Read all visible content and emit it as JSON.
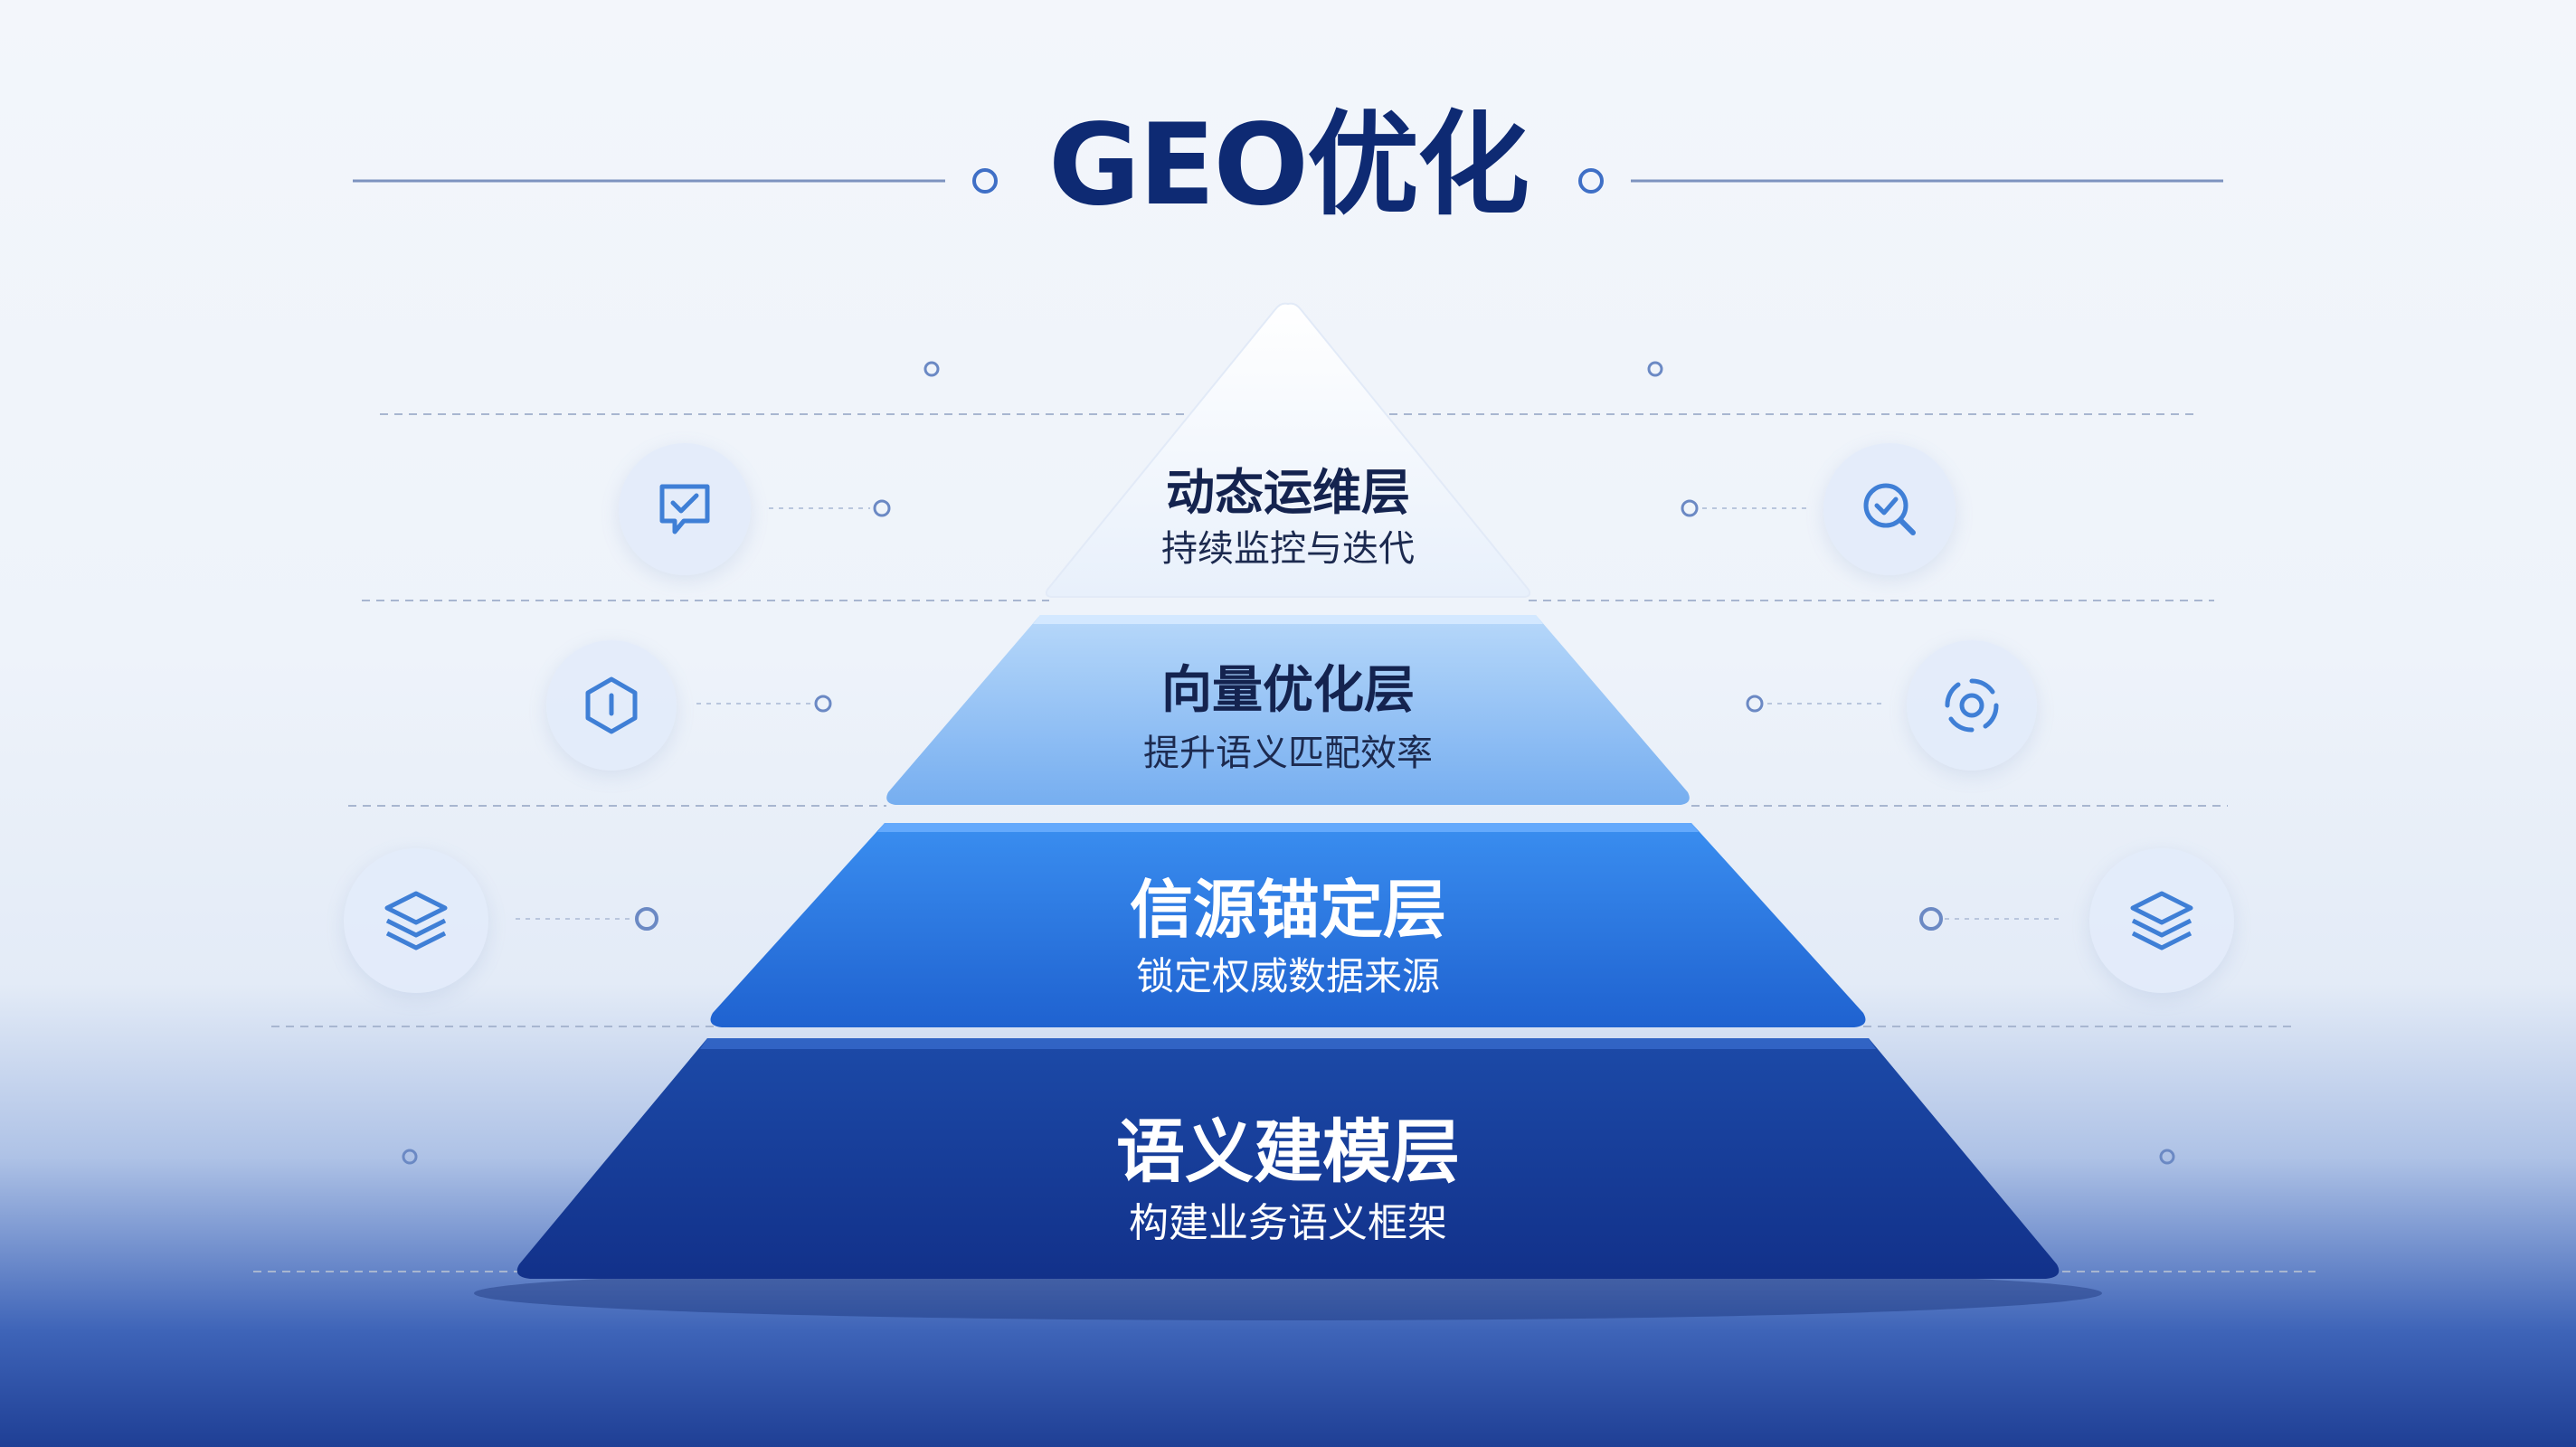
{
  "title": "GEO优化",
  "layers": [
    {
      "title": "动态运维层",
      "subtitle": "持续监控与迭代"
    },
    {
      "title": "向量优化层",
      "subtitle": "提升语义匹配效率"
    },
    {
      "title": "信源锚定层",
      "subtitle": "锁定权威数据来源"
    },
    {
      "title": "语义建模层",
      "subtitle": "构建业务语义框架"
    }
  ],
  "icons": {
    "left": [
      "chat-check-icon",
      "hexagon-alert-icon",
      "layers-icon"
    ],
    "right": [
      "search-check-icon",
      "target-icon",
      "layers-icon"
    ]
  },
  "colors": {
    "title": "#0e2a73",
    "layer1": "#f2f6fd",
    "layer2": "#8fc0f2",
    "layer3": "#2f7de0",
    "layer4": "#1a47a6",
    "accent": "#3f7fd6"
  }
}
